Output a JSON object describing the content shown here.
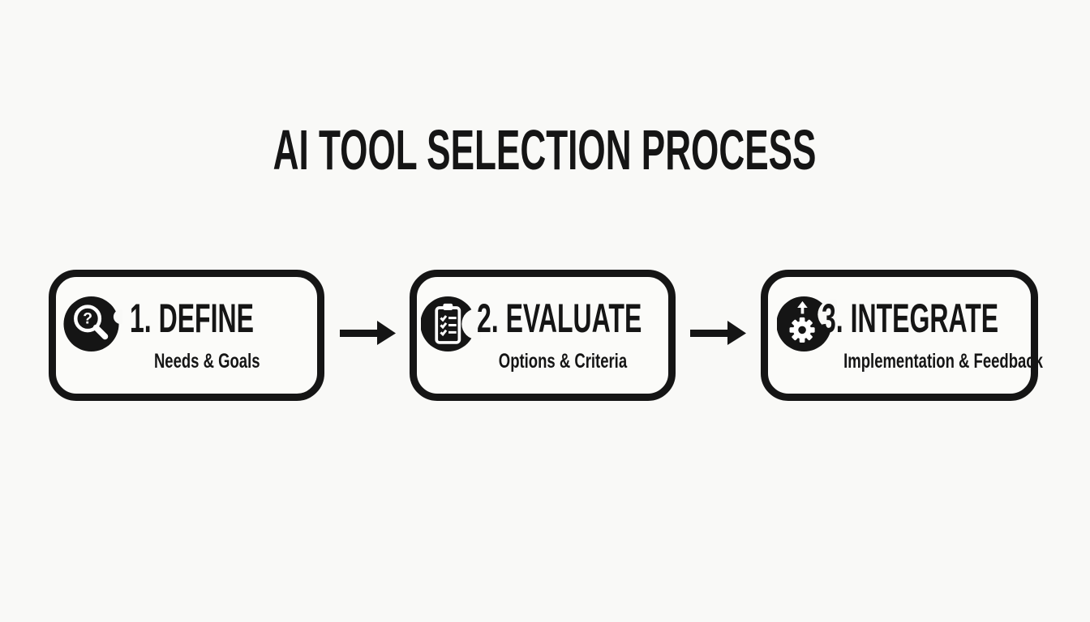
{
  "colors": {
    "background": "#f9f9f7",
    "ink": "#151515",
    "box_fill": "#fbfbf9",
    "icon_foreground": "#ffffff"
  },
  "title": "AI TOOL SELECTION PROCESS",
  "steps": [
    {
      "icon": "magnifier-question-icon",
      "heading": "1. DEFINE",
      "subtitle": "Needs & Goals"
    },
    {
      "icon": "clipboard-checklist-icon",
      "heading": "2. EVALUATE",
      "subtitle": "Options & Criteria"
    },
    {
      "icon": "gear-upgrade-icon",
      "heading": "3. INTEGRATE",
      "subtitle": "Implementation & Feedback"
    }
  ],
  "icons": {
    "question_glyph": "?"
  },
  "connectors": [
    {
      "type": "arrow-right"
    },
    {
      "type": "arrow-right"
    }
  ]
}
